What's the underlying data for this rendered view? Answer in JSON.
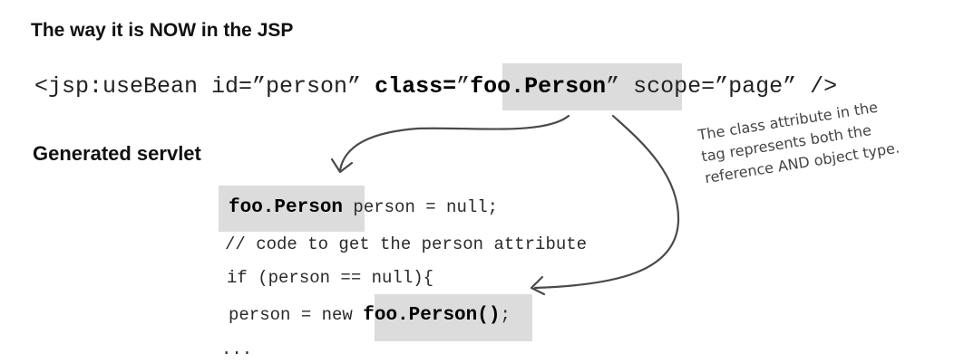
{
  "headings": {
    "top": "The way it is NOW in the JSP",
    "servlet": "Generated servlet"
  },
  "jsp": {
    "prefix": "<jsp:useBean id=”person” ",
    "class_attr": "class=",
    "class_value_open": "”",
    "class_value": "foo.Person",
    "class_value_close": "”",
    "suffix": " scope=”page” />"
  },
  "servlet_code": {
    "line1_type": "foo.Person",
    "line1_rest": " person = null;",
    "line2": "// code to get the person attribute",
    "line3": "if (person == null){",
    "line4_pre": "person = new ",
    "line4_ctor": "foo.Person()",
    "line4_post": ";",
    "line5": "..."
  },
  "annotation": {
    "lines": [
      "The class attribute in the",
      "tag represents both the",
      "reference AND object type."
    ]
  }
}
